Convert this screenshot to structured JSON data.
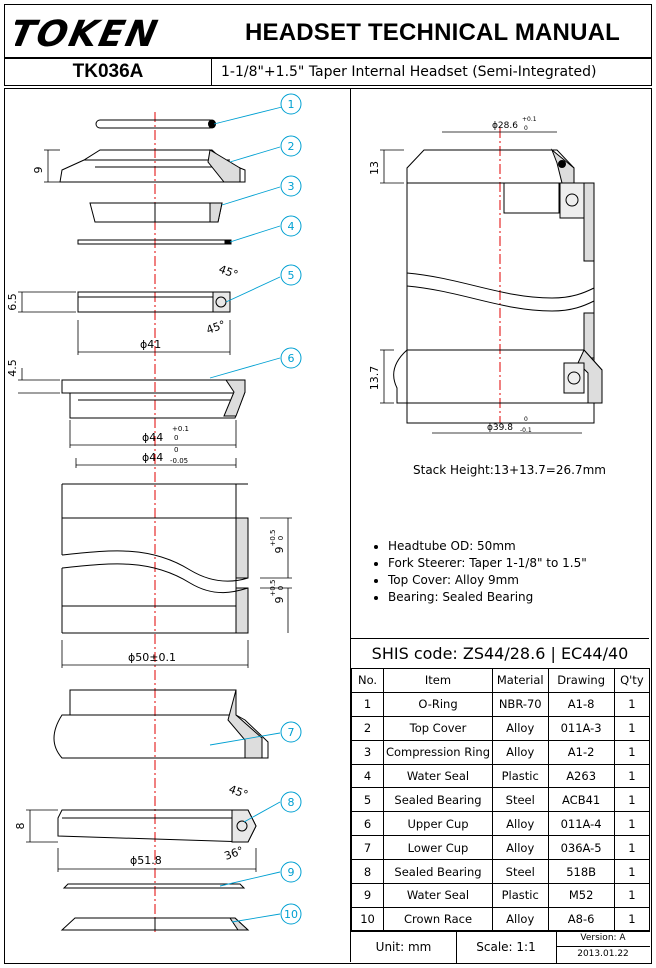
{
  "header": {
    "logo_text": "TOKEN",
    "title": "HEADSET TECHNICAL MANUAL"
  },
  "model": {
    "code": "TK036A",
    "description": "1-1/8\"+1.5\" Taper Internal Headset (Semi-Integrated)"
  },
  "left_drawing": {
    "callouts": [
      "1",
      "2",
      "3",
      "4",
      "5",
      "6",
      "7",
      "8",
      "9",
      "10"
    ],
    "dims": {
      "d9": "9",
      "d65": "6.5",
      "d45h": "4.5",
      "phi41": "ϕ41",
      "phi44a": "ϕ44",
      "phi44a_tol_up": "+0.1",
      "phi44a_tol_lo": "0",
      "phi44b": "ϕ44",
      "phi44b_tol_up": "0",
      "phi44b_tol_lo": "-0.05",
      "angle45a": "45°",
      "angle45b": "45°",
      "frame9a": "9",
      "frame9a_tol_up": "+0.5",
      "frame9a_tol_lo": "0",
      "frame9b": "9",
      "frame9b_tol_up": "+0.5",
      "frame9b_tol_lo": "0",
      "phi50": "ϕ50±0.1",
      "d8": "8",
      "angle45c": "45°",
      "phi518": "ϕ51.8",
      "angle36": "36°"
    }
  },
  "right_drawing": {
    "phi286": "ϕ28.6",
    "phi286_tol_up": "+0.1",
    "phi286_tol_lo": "0",
    "d13": "13",
    "d137": "13.7",
    "phi398": "ϕ39.8",
    "phi398_tol_up": "0",
    "phi398_tol_lo": "-0.1"
  },
  "stack_height": "Stack Height:13+13.7=26.7mm",
  "specs": [
    "Headtube OD: 50mm",
    "Fork Steerer: Taper 1-1/8\" to 1.5\"",
    "Top Cover: Alloy 9mm",
    "Bearing: Sealed Bearing"
  ],
  "shis_code": "SHIS code: ZS44/28.6 | EC44/40",
  "table": {
    "headers": [
      "No.",
      "Item",
      "Material",
      "Drawing",
      "Q'ty"
    ],
    "rows": [
      [
        "1",
        "O-Ring",
        "NBR-70",
        "A1-8",
        "1"
      ],
      [
        "2",
        "Top Cover",
        "Alloy",
        "011A-3",
        "1"
      ],
      [
        "3",
        "Compression Ring",
        "Alloy",
        "A1-2",
        "1"
      ],
      [
        "4",
        "Water Seal",
        "Plastic",
        "A263",
        "1"
      ],
      [
        "5",
        "Sealed Bearing",
        "Steel",
        "ACB41",
        "1"
      ],
      [
        "6",
        "Upper Cup",
        "Alloy",
        "011A-4",
        "1"
      ],
      [
        "7",
        "Lower Cup",
        "Alloy",
        "036A-5",
        "1"
      ],
      [
        "8",
        "Sealed Bearing",
        "Steel",
        "518B",
        "1"
      ],
      [
        "9",
        "Water Seal",
        "Plastic",
        "M52",
        "1"
      ],
      [
        "10",
        "Crown Race",
        "Alloy",
        "A8-6",
        "1"
      ]
    ]
  },
  "footer": {
    "unit": "Unit: mm",
    "scale": "Scale: 1:1",
    "version": "Version: A",
    "date": "2013.01.22"
  },
  "colors": {
    "callout": "#00a0d2",
    "centerline": "#e00000",
    "line": "#000000"
  }
}
